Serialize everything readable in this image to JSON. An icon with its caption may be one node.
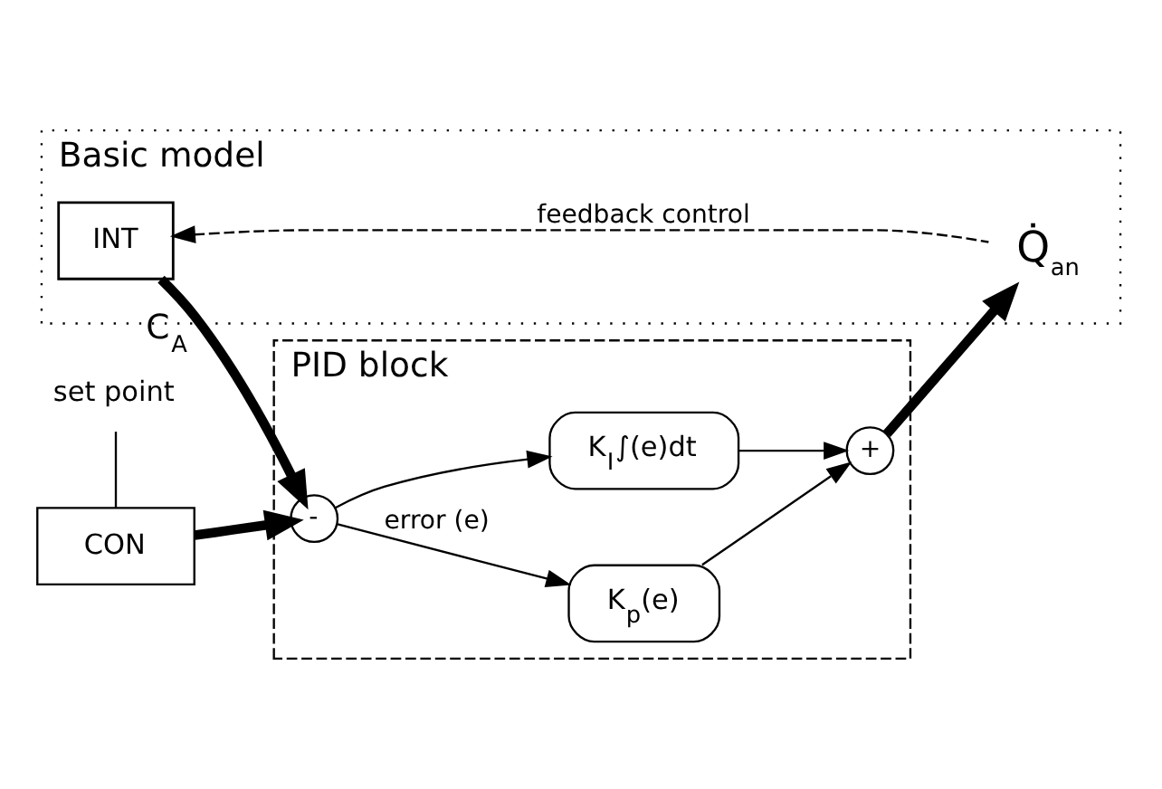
{
  "diagram": {
    "nodes": [
      {
        "text": [
          "Basic model"
        ]
      },
      {
        "text": [
          "INT"
        ],
        "in": 0
      },
      {
        "text": [
          "Q̇$_{an}$"
        ],
        "in": 0
      },
      {
        "text": [
          "PID block"
        ]
      },
      {
        "text": [
          "-"
        ],
        "in": 3
      },
      {
        "text": [
          "K$_{p}$(e)"
        ],
        "in": 3
      },
      {
        "text": [
          "K$_{I}$∫(e)dt"
        ],
        "in": 3
      },
      {
        "text": [
          "+"
        ],
        "in": 3
      },
      {
        "text": [
          "CON"
        ],
        "beside": [
          "set point"
        ]
      }
    ],
    "edges": [
      {
        "from": 2,
        "to": 1,
        "arrow": "to",
        "label": "feedback control",
        "style": "dashed"
      },
      {
        "from": 1,
        "to": 4,
        "arrow": "to",
        "label": "C$_{A}$",
        "style": "thick"
      },
      {
        "from": 8,
        "to": 4,
        "arrow": "to",
        "style": "thick"
      },
      {
        "from": 4,
        "to": 5,
        "arrow": "to",
        "label": "error (e)"
      },
      {
        "from": 4,
        "to": 6,
        "arrow": "to"
      },
      {
        "from": 5,
        "to": 7,
        "arrow": "to"
      },
      {
        "from": 6,
        "to": 7,
        "arrow": "to"
      },
      {
        "from": 7,
        "to": 2,
        "arrow": "to",
        "style": "thick"
      }
    ]
  }
}
